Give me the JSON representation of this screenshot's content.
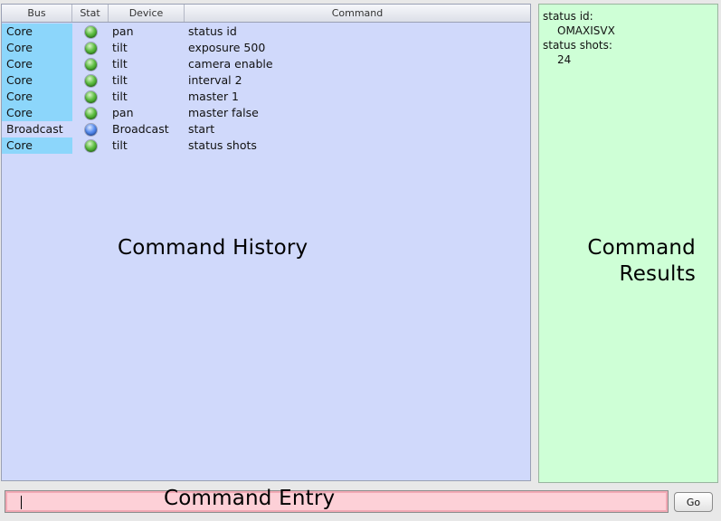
{
  "history": {
    "label": "Command History",
    "columns": {
      "bus": "Bus",
      "stat": "Stat",
      "device": "Device",
      "command": "Command"
    },
    "rows": [
      {
        "bus": "Core",
        "status": "green",
        "device": "pan",
        "command": "status id"
      },
      {
        "bus": "Core",
        "status": "green",
        "device": "tilt",
        "command": "exposure 500"
      },
      {
        "bus": "Core",
        "status": "green",
        "device": "tilt",
        "command": "camera enable"
      },
      {
        "bus": "Core",
        "status": "green",
        "device": "tilt",
        "command": "interval 2"
      },
      {
        "bus": "Core",
        "status": "green",
        "device": "tilt",
        "command": "master 1"
      },
      {
        "bus": "Core",
        "status": "green",
        "device": "pan",
        "command": "master false"
      },
      {
        "bus": "Broadcast",
        "status": "blue",
        "device": "Broadcast",
        "command": "start"
      },
      {
        "bus": "Core",
        "status": "green",
        "device": "tilt",
        "command": "status shots"
      }
    ]
  },
  "results": {
    "label_line1": "Command",
    "label_line2": "Results",
    "lines": [
      {
        "text": "status id:",
        "indent": false
      },
      {
        "text": "OMAXISVX",
        "indent": true
      },
      {
        "text": "status shots:",
        "indent": false
      },
      {
        "text": "24",
        "indent": true
      }
    ]
  },
  "entry": {
    "label": "Command Entry",
    "value": "",
    "go_label": "Go"
  },
  "colors": {
    "history_bg": "#d0d9fb",
    "core_bus_bg": "#8cd6fb",
    "results_bg": "#ceffd6",
    "entry_bg": "#fdd0d7"
  }
}
